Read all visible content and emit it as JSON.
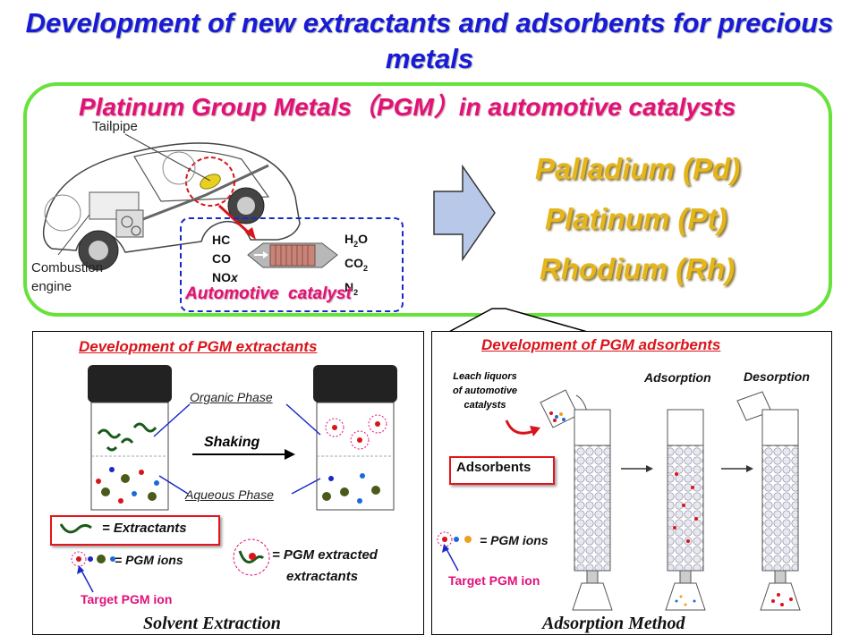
{
  "title": "Development of new extractants and adsorbents for precious metals",
  "top_panel": {
    "heading": "Platinum Group Metals（PGM）in automotive catalysts",
    "tailpipe_label": "Tailpipe",
    "engine_label": "Combustion engine",
    "inputs": [
      "HC",
      "CO",
      "NOx"
    ],
    "outputs": [
      "H2O",
      "CO2",
      "N2"
    ],
    "catalyst_label": "Automotive  catalyst",
    "metals": [
      "Palladium (Pd)",
      "Platinum (Pt)",
      "Rhodium (Rh)"
    ]
  },
  "left_panel": {
    "heading": "Development of PGM extractants",
    "organic_phase": "Organic Phase",
    "aqueous_phase": "Aqueous Phase",
    "shaking": "Shaking",
    "legend_extractants": "= Extractants",
    "legend_pgm_ions": "= PGM ions",
    "legend_extracted_1": "= PGM extracted",
    "legend_extracted_2": "extractants",
    "target_label": "Target PGM ion",
    "caption": "Solvent Extraction"
  },
  "right_panel": {
    "heading": "Development of PGM adsorbents",
    "leach_1": "Leach liquors",
    "leach_2": "of automotive",
    "leach_3": "catalysts",
    "adsorption": "Adsorption",
    "desorption": "Desorption",
    "adsorbents": "Adsorbents",
    "legend_pgm_ions": "= PGM ions",
    "target_label": "Target PGM ion",
    "caption": "Adsorption Method"
  },
  "colors": {
    "title_blue": "#1a1ad6",
    "pgm_pink": "#e0117a",
    "metal_gold": "#e5b51a",
    "panel_green": "#66e23a",
    "dash_blue": "#1a28c8",
    "heading_red": "#d9141a"
  }
}
